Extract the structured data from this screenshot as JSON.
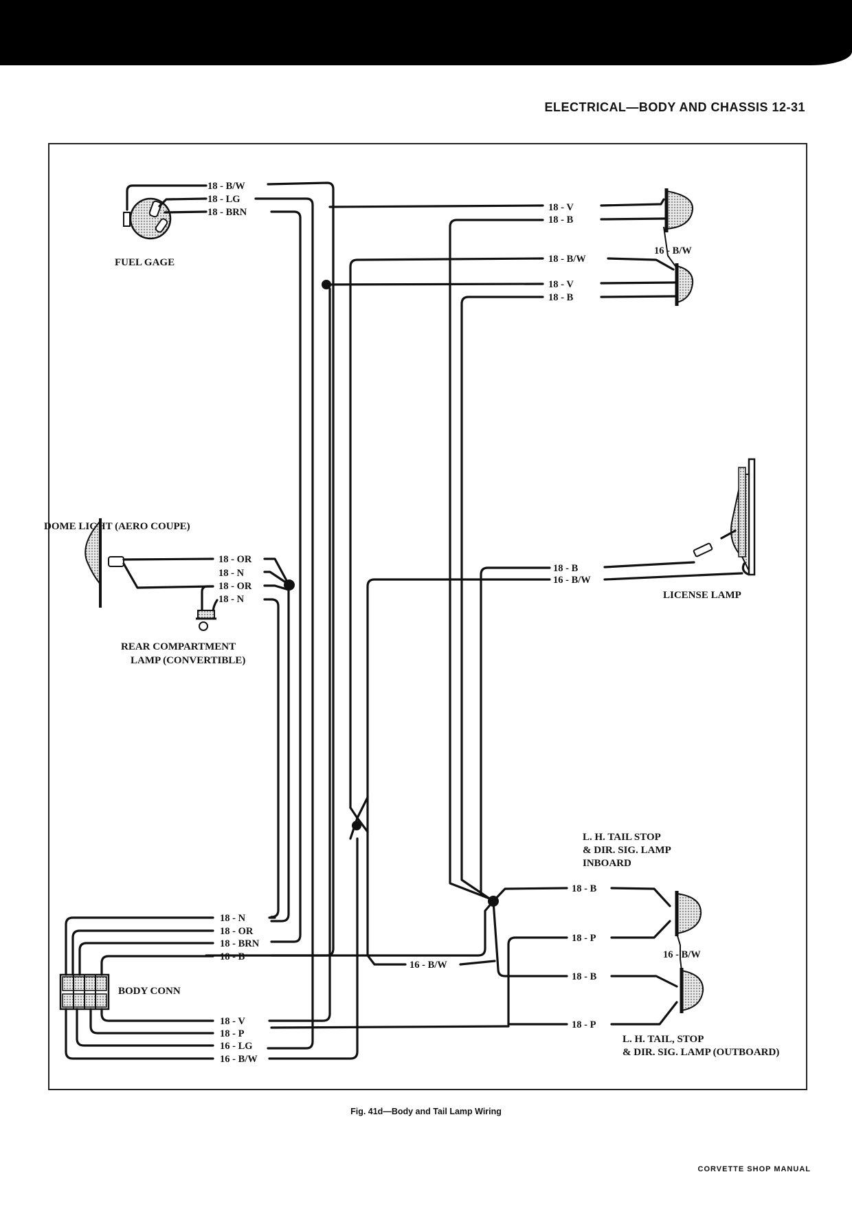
{
  "header": {
    "title": "ELECTRICAL—BODY AND CHASSIS 12-31"
  },
  "components": {
    "fuel_gage": "FUEL GAGE",
    "dome_light": "DOME LIGHT (AERO COUPE)",
    "rear_compartment_lamp": [
      "REAR COMPARTMENT",
      "LAMP (CONVERTIBLE)"
    ],
    "license_lamp": "LICENSE LAMP",
    "lh_tail_inboard": [
      "L. H. TAIL STOP",
      "& DIR. SIG. LAMP",
      "INBOARD"
    ],
    "lh_tail_outboard": [
      "L. H. TAIL, STOP",
      "& DIR. SIG. LAMP (OUTBOARD)"
    ],
    "body_conn": "BODY CONN"
  },
  "wire_labels": {
    "fuel_bw": "18 - B/W",
    "fuel_lg": "18 - LG",
    "fuel_brn": "18 - BRN",
    "lamp1_v": "18 - V",
    "lamp1_b": "18 - B",
    "lamp_link_bw": "16 - B/W",
    "lamp2_bw": "18 - B/W",
    "lamp2_v": "18 - V",
    "lamp2_b": "18 - B",
    "dome_or": "18 - OR",
    "dome_n": "18 - N",
    "rear_or": "18 - OR",
    "rear_n": "18 - N",
    "license_b": "18 - B",
    "license_bw": "16 - B/W",
    "tail_in_b": "18 - B",
    "tail_in_p": "18 - P",
    "tail_link_bw": "16 - B/W",
    "tail_out_b": "18 - B",
    "tail_out_p": "18 - P",
    "conn_bw_mid": "16 - B/W",
    "conn_n": "18 - N",
    "conn_or": "18 - OR",
    "conn_brn": "18 - BRN",
    "conn_b": "18 - B",
    "conn_v": "18 - V",
    "conn_p": "18 - P",
    "conn_lg": "16 - LG",
    "conn_bw": "16 - B/W"
  },
  "caption": "Fig. 41d—Body and Tail Lamp Wiring",
  "footer": "CORVETTE SHOP MANUAL"
}
